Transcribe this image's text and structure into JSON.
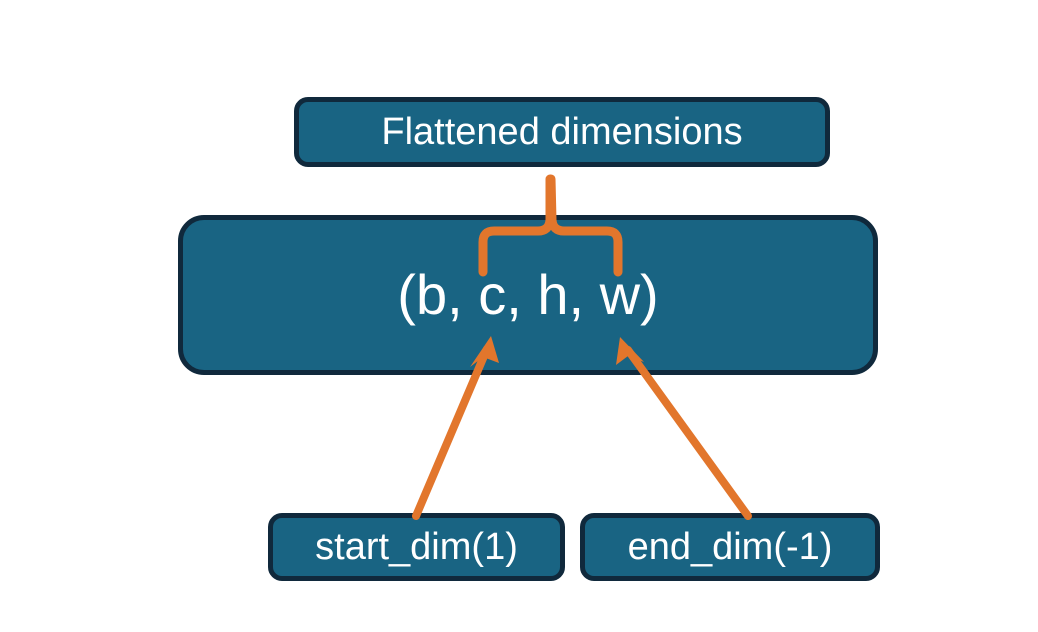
{
  "diagram": {
    "title": "PyTorch flatten start_dim and end_dim illustration",
    "background_color": "#ffffff",
    "node_fill_color": "#196483",
    "node_border_color": "#10293c",
    "node_text_color": "#ffffff",
    "accent_color": "#e2762c",
    "nodes": {
      "flattened": {
        "label": "Flattened dimensions"
      },
      "shape": {
        "label": "(b, c, h, w)"
      },
      "start_dim": {
        "label": "start_dim(1)"
      },
      "end_dim": {
        "label": "end_dim(-1)"
      }
    },
    "connectors": [
      {
        "name": "brace-flattened-to-shape",
        "from": "shape",
        "to": "flattened",
        "style": "curly-brace",
        "color": "#e2762c"
      },
      {
        "name": "arrow-start-dim-to-c",
        "from": "start_dim",
        "to": "shape",
        "style": "arrow",
        "color": "#e2762c"
      },
      {
        "name": "arrow-end-dim-to-w",
        "from": "end_dim",
        "to": "shape",
        "style": "arrow",
        "color": "#e2762c"
      }
    ]
  }
}
